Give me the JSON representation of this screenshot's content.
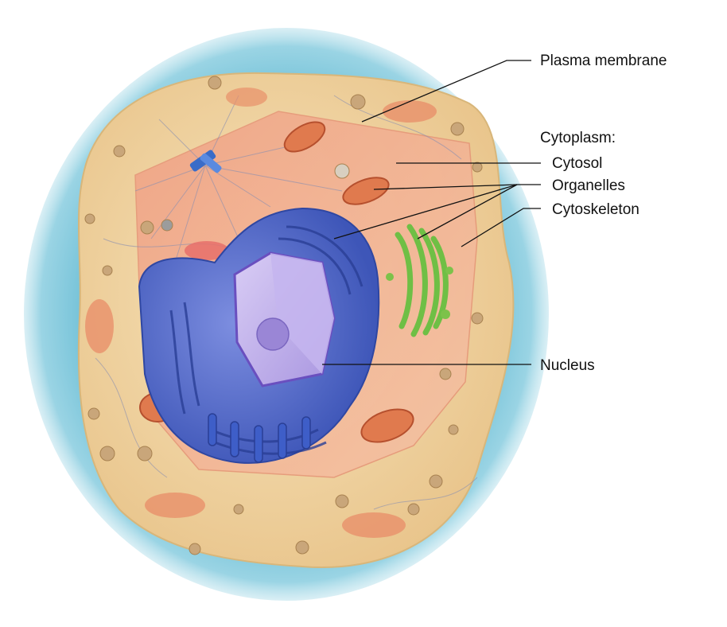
{
  "labels": {
    "plasma_membrane": "Plasma membrane",
    "cytoplasm": "Cytoplasm:",
    "cytosol": "Cytosol",
    "organelles": "Organelles",
    "cytoskeleton": "Cytoskeleton",
    "nucleus": "Nucleus"
  },
  "colors": {
    "extracellular_fluid": "#6cc0d6",
    "cytoplasm_outer": "#f3d9a6",
    "cytoplasm_inner": "#f2a98a",
    "nucleus_envelope": "#5a6fd0",
    "rough_er": "#4f78c8",
    "nucleoplasm": "#b7a6e6",
    "golgi": "#7cc24a",
    "mitochondria": "#e07a4e",
    "leader_lines": "#111111"
  }
}
